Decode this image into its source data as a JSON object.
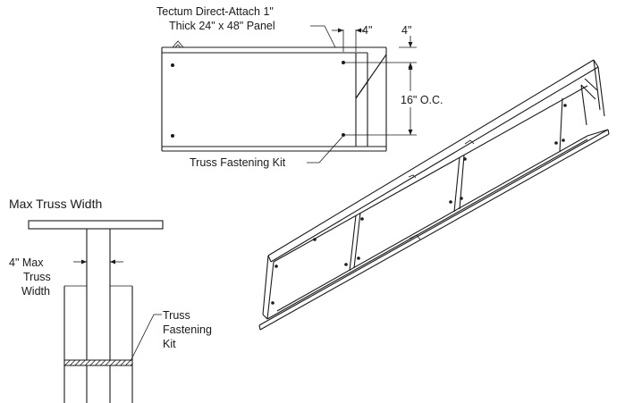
{
  "panel_detail": {
    "panel_label_line1": "Tectum Direct-Attach 1\"",
    "panel_label_line2": "Thick 24\" x 48\" Panel",
    "dim_side": "4\"",
    "dim_top": "4\"",
    "dim_spacing": "16\" O.C.",
    "fastening_label": "Truss Fastening Kit"
  },
  "truss_section": {
    "title": "Max Truss Width",
    "width_line1": "4\" Max",
    "width_line2": "Truss",
    "width_line3": "Width",
    "kit_line1": "Truss",
    "kit_line2": "Fastening",
    "kit_line3": "Kit"
  }
}
